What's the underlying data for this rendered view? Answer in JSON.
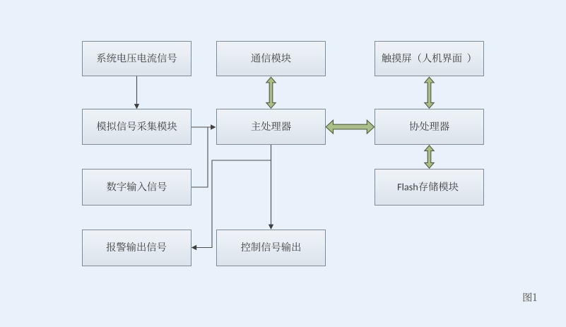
{
  "figure": {
    "type": "block-diagram",
    "caption": "图1",
    "background_color": "#e9f1fa",
    "box_fill_top": "#eef2f7",
    "box_fill_bottom": "#dde3eb",
    "box_border_color": "#7e8b98",
    "text_color": "#3d3d3d",
    "connector_color": "#4d4d4d",
    "double_arrow_fill": "#a9be8a",
    "double_arrow_outline": "#505c3d"
  },
  "nodes": [
    {
      "id": "system-voltage-current-signal",
      "label": "系统电压电流信号"
    },
    {
      "id": "communication-module",
      "label": "通信模块"
    },
    {
      "id": "touchscreen-hmi",
      "label": "触摸屏（人机界面）"
    },
    {
      "id": "analog-signal-acquisition-module",
      "label": "模拟信号采集模块"
    },
    {
      "id": "main-processor",
      "label": "主处理器"
    },
    {
      "id": "co-processor",
      "label": "协处理器"
    },
    {
      "id": "digital-input-signal",
      "label": "数字输入信号"
    },
    {
      "id": "flash-storage-module",
      "label": "Flash存储模块"
    },
    {
      "id": "alarm-output-signal",
      "label": "报警输出信号"
    },
    {
      "id": "control-signal-output",
      "label": "控制信号输出"
    }
  ],
  "edges": [
    {
      "from": "系统电压电流信号",
      "to": "模拟信号采集模块",
      "style": "thin-arrow"
    },
    {
      "from": "模拟信号采集模块",
      "to": "主处理器",
      "style": "thin-arrow"
    },
    {
      "from": "数字输入信号",
      "to": "主处理器",
      "style": "thin-arrow"
    },
    {
      "from": "主处理器",
      "to": "控制信号输出",
      "style": "thin-arrow"
    },
    {
      "from": "主处理器",
      "to": "报警输出信号",
      "style": "thin-arrow"
    },
    {
      "from": "通信模块",
      "to": "主处理器",
      "style": "thick-double-arrow"
    },
    {
      "from": "触摸屏（人机界面）",
      "to": "协处理器",
      "style": "thick-double-arrow"
    },
    {
      "from": "主处理器",
      "to": "协处理器",
      "style": "thick-double-arrow"
    },
    {
      "from": "协处理器",
      "to": "Flash存储模块",
      "style": "thick-double-arrow"
    }
  ]
}
